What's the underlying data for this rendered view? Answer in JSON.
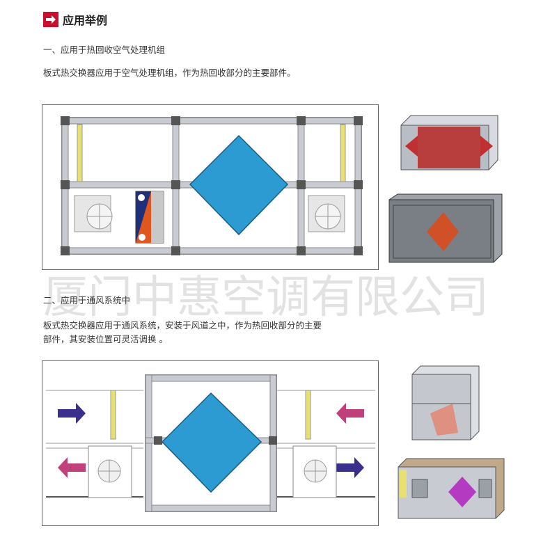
{
  "header": {
    "title": "应用举例",
    "icon": "right-arrow-icon",
    "accent": "#c8102e"
  },
  "section1": {
    "heading": "一、应用于热回收空气处理机组",
    "desc": "板式热交换器应用于空气处理机组，作为热回收部分的主要部件。"
  },
  "watermark": "厦门中惠空调有限公司",
  "section2": {
    "heading": "二、应用于通风系统中",
    "desc_line1": "板式热交换器应用于通风系统，安装于风道之中，作为热回收部分的主要",
    "desc_line2": "部件，其安装位置可灵活调换 。"
  },
  "colors": {
    "diamond": "#2b9bd2",
    "frame": "#c8ccd2",
    "filter": "#e8e070",
    "arrow_blue": "#3a2f8c",
    "arrow_pink": "#c0407a"
  }
}
